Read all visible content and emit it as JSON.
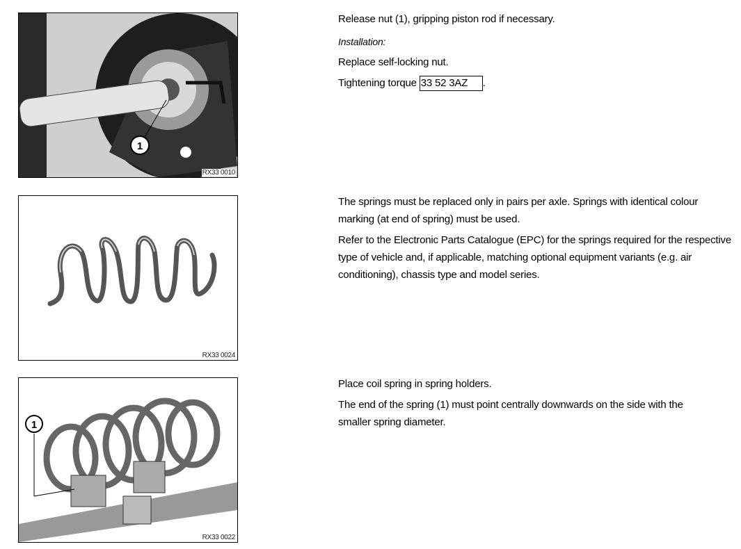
{
  "sections": [
    {
      "figure_code": "RX33 0010",
      "callout": "1",
      "lines": [
        "Release nut (1), gripping piston rod if necessary."
      ],
      "subheading": "Installation:",
      "after": [
        "Replace self-locking nut."
      ],
      "torque_label": "Tightening torque",
      "torque_ref": "33 52 3AZ",
      "torque_end": "."
    },
    {
      "figure_code": "RX33 0024",
      "lines": [
        "The springs must be replaced only in pairs per axle. Springs with identical colour marking (at end of spring) must be used.",
        "Refer to the Electronic Parts Catalogue (EPC) for the springs required for the respective type of vehicle and, if applicable, matching optional equipment variants (e.g. air conditioning), chassis type and model series."
      ]
    },
    {
      "figure_code": "RX33 0022",
      "callout": "1",
      "lines": [
        "Place coil spring in spring holders.",
        "The end of the spring (1) must point centrally downwards on the side with the smaller spring diameter."
      ]
    }
  ]
}
